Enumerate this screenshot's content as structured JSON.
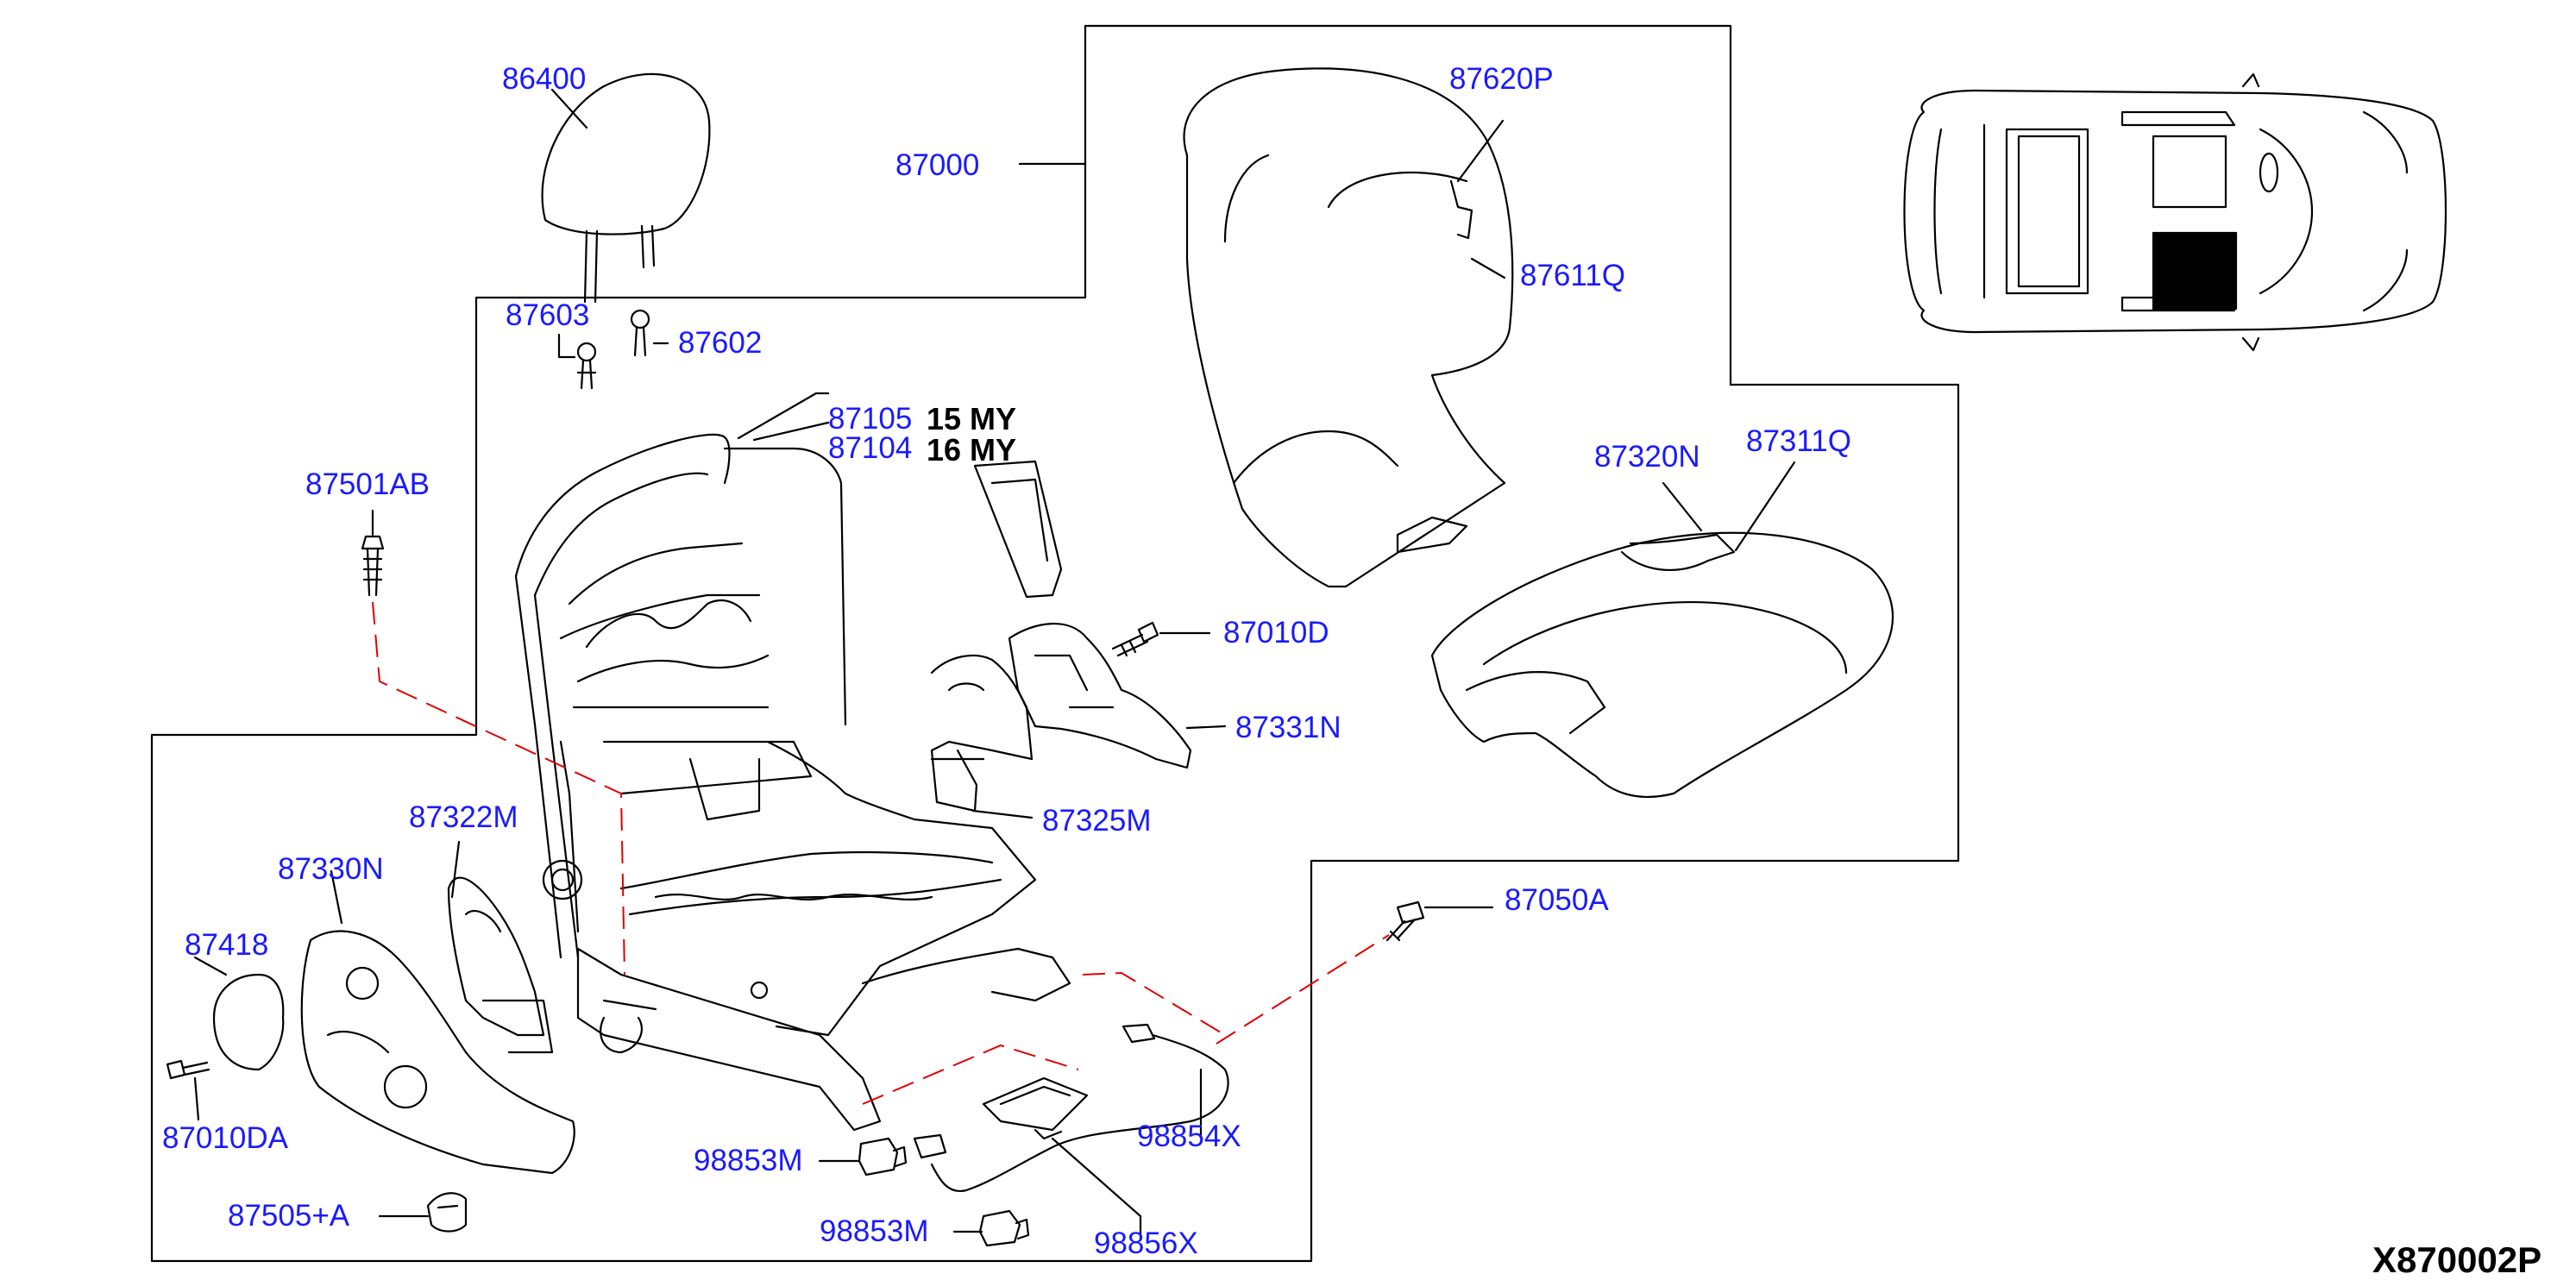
{
  "diagram_code": "X870002P",
  "model_year_notes": [
    "15 MY",
    "16 MY"
  ],
  "part_labels": {
    "p86400": "86400",
    "p87000": "87000",
    "p87620P": "87620P",
    "p87611Q": "87611Q",
    "p87603": "87603",
    "p87602": "87602",
    "p87105": "87105",
    "p87104": "87104",
    "p87501AB": "87501AB",
    "p87320N": "87320N",
    "p87311Q": "87311Q",
    "p87010D": "87010D",
    "p87331N": "87331N",
    "p87325M": "87325M",
    "p87322M": "87322M",
    "p87330N": "87330N",
    "p87418": "87418",
    "p87010DA": "87010DA",
    "p87505A": "87505+A",
    "p87050A": "87050A",
    "p98854X": "98854X",
    "p98853M_a": "98853M",
    "p98853M_b": "98853M",
    "p98856X": "98856X"
  },
  "colors": {
    "label": "#1a1aff",
    "line": "#000000",
    "dash": "#e00000",
    "background": "#ffffff"
  },
  "icons": [
    "headrest-icon",
    "seatback-pad-icon",
    "cushion-pad-icon",
    "seat-frame-icon",
    "bolt-icon",
    "clip-icon",
    "vehicle-locator-icon",
    "harness-icon",
    "sensor-icon"
  ]
}
